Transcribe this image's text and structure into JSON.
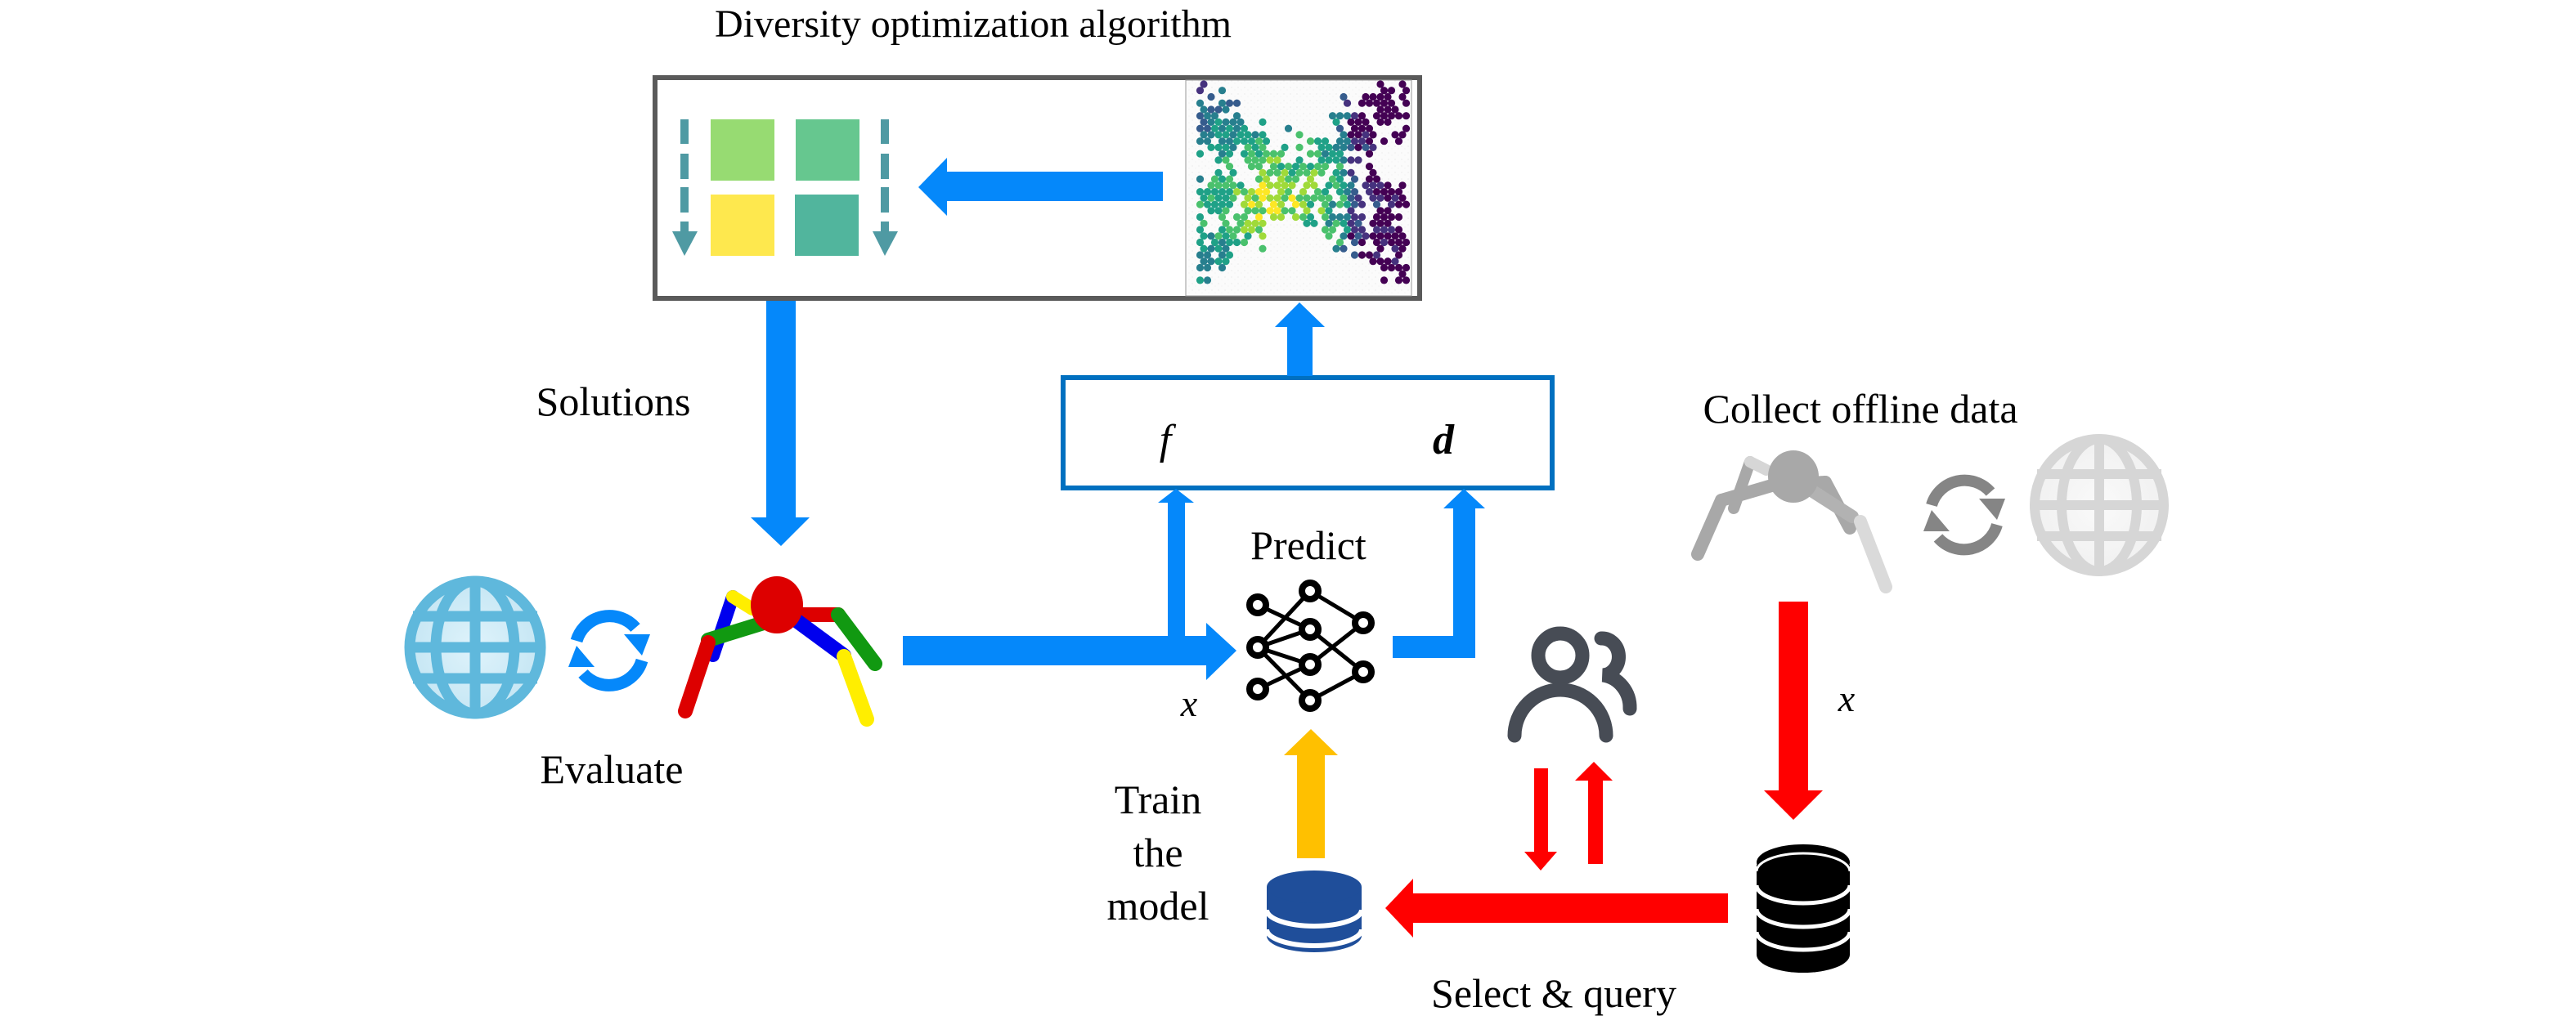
{
  "title": "Diversity optimization algorithm",
  "labels": {
    "solutions": "Solutions",
    "evaluate": "Evaluate",
    "predict": "Predict",
    "train_line1": "Train",
    "train_line2": "the",
    "train_line3": "model",
    "select_query": "Select & query",
    "collect_offline": "Collect offline data",
    "x_input_model": "x",
    "x_offline": "x",
    "f_output": "f",
    "d_output": "d"
  },
  "archive_grid": {
    "cells": [
      {
        "name": "cell-top-left",
        "color": "#97db72"
      },
      {
        "name": "cell-top-right",
        "color": "#66c78f"
      },
      {
        "name": "cell-bottom-left",
        "color": "#fee84e"
      },
      {
        "name": "cell-bottom-right",
        "color": "#51b59d"
      }
    ],
    "dash_arrow_color": "#4f9aa3"
  },
  "colors": {
    "blue_arrow": "#0588fa",
    "box_border": "#5a5a5a",
    "fd_box_border": "#0070c0",
    "red_arrow": "#ff0000",
    "yellow_arrow": "#ffc000",
    "db_blue": "#1f4e9a",
    "db_black": "#000000",
    "users_icon": "#474c55",
    "globe_blue": "#5fb8dc",
    "robot_red": "#dd0000",
    "robot_green": "#119911",
    "robot_blue": "#0000ee",
    "robot_yellow": "#ffee00",
    "gray_faded": "#9a9a9a"
  }
}
